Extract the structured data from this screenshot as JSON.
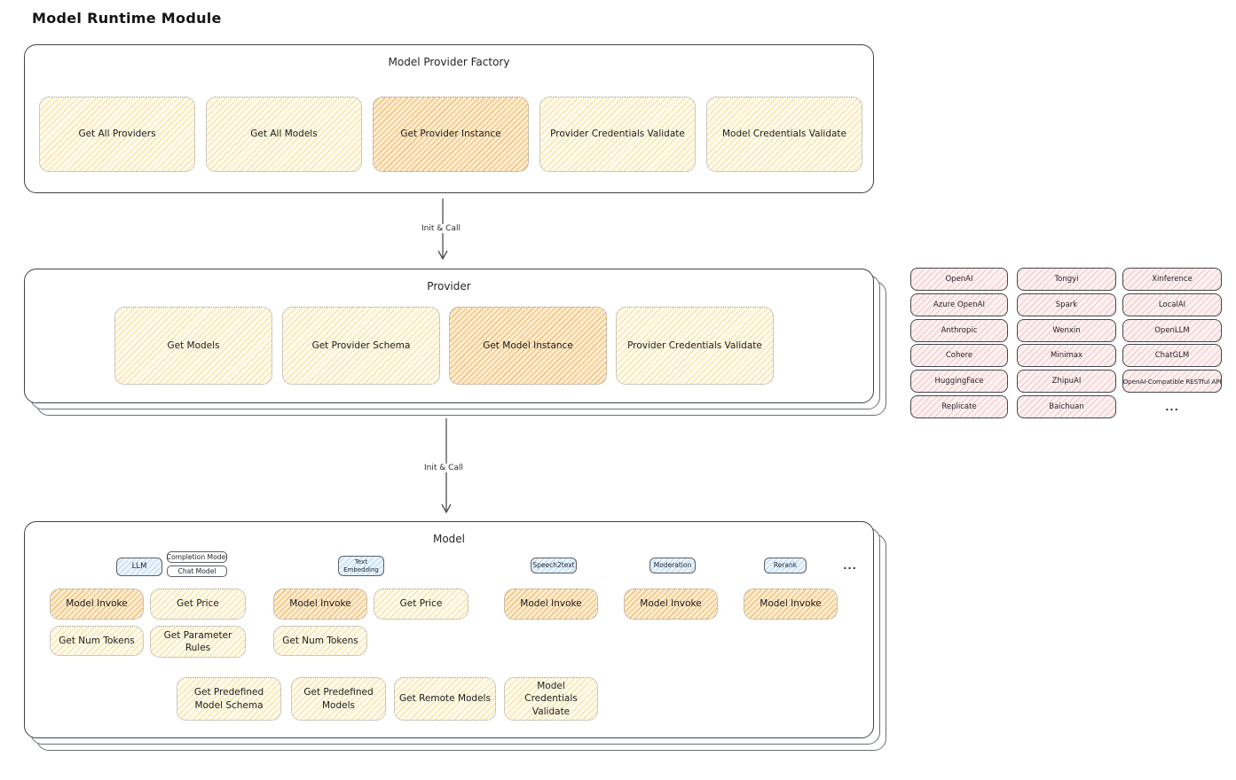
{
  "title": "Model Runtime Module",
  "factory": {
    "title": "Model Provider Factory",
    "boxes": [
      {
        "label": "Get All Providers",
        "highlight": false
      },
      {
        "label": "Get All Models",
        "highlight": false
      },
      {
        "label": "Get Provider Instance",
        "highlight": true
      },
      {
        "label": "Provider Credentials Validate",
        "highlight": false
      },
      {
        "label": "Model Credentials Validate",
        "highlight": false
      }
    ]
  },
  "flow": {
    "label_1": "Init & Call",
    "label_2": "Init & Call"
  },
  "provider": {
    "title": "Provider",
    "boxes": [
      {
        "label": "Get Models",
        "highlight": false
      },
      {
        "label": "Get Provider Schema",
        "highlight": false
      },
      {
        "label": "Get Model Instance",
        "highlight": true
      },
      {
        "label": "Provider Credentials Validate",
        "highlight": false
      }
    ]
  },
  "providers_grid": {
    "columns": [
      {
        "items": [
          "OpenAI",
          "Azure OpenAI",
          "Anthropic",
          "Cohere",
          "HuggingFace",
          "Replicate"
        ]
      },
      {
        "items": [
          "Tongyi",
          "Spark",
          "Wenxin",
          "Minimax",
          "ZhipuAI",
          "Baichuan"
        ]
      },
      {
        "items": [
          "Xinference",
          "LocalAI",
          "OpenLLM",
          "ChatGLM",
          "OpenAI-Compatible RESTful API"
        ]
      }
    ],
    "more": "..."
  },
  "model": {
    "title": "Model",
    "type_tags": [
      {
        "label": "LLM"
      },
      {
        "label": "Completion Model"
      },
      {
        "label": "Chat Model"
      },
      {
        "label": "Text Embedding"
      },
      {
        "label": "Speech2text"
      },
      {
        "label": "Moderation"
      },
      {
        "label": "Rerank"
      }
    ],
    "more": "...",
    "row1": [
      "Model Invoke",
      "Get Price",
      "Model Invoke",
      "Get Price",
      "Model Invoke",
      "Model Invoke",
      "Model Invoke"
    ],
    "row1_highlight": [
      true,
      false,
      true,
      false,
      true,
      true,
      true
    ],
    "row2": [
      "Get Num Tokens",
      "Get Parameter Rules",
      "Get Num Tokens"
    ],
    "bottom": [
      "Get Predefined Model Schema",
      "Get Predefined Models",
      "Get Remote Models",
      "Model Credentials Validate"
    ]
  },
  "colors": {
    "yellow_fill": "#fffaea",
    "yellow_hatch": "#f4dfa2",
    "orange_fill": "#fcecd0",
    "orange_hatch": "#f2bf76",
    "blue_fill": "#eaf4fc",
    "blue_hatch": "#a9cfed",
    "pink_fill": "#fdf1f1",
    "pink_hatch": "#f3c6c6",
    "border_dotted": "#9a9a9a"
  }
}
